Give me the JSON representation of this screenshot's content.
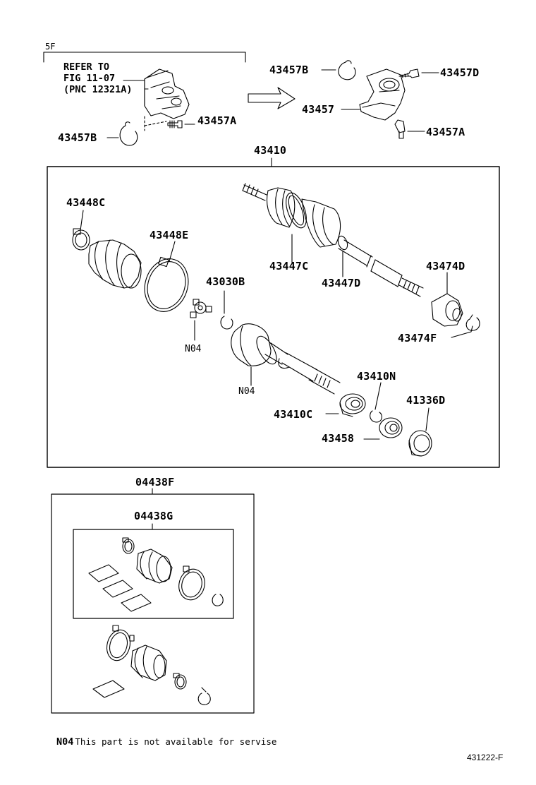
{
  "section_tag": "5F",
  "refer": {
    "line1": "REFER TO",
    "line2": "FIG 11-07",
    "line3": "(PNC 12321A)"
  },
  "labels": {
    "p43457B_top": "43457B",
    "p43457D": "43457D",
    "p43457": "43457",
    "p43457A_right": "43457A",
    "p43457A_left": "43457A",
    "p43457B_left": "43457B",
    "p43410": "43410",
    "p43448C": "43448C",
    "p43448E": "43448E",
    "p43447C": "43447C",
    "p43447D": "43447D",
    "p43474D": "43474D",
    "p43030B": "43030B",
    "n04_a": "N04",
    "n04_b": "N04",
    "p43474F": "43474F",
    "p43410N": "43410N",
    "p43410C": "43410C",
    "p41336D": "41336D",
    "p43458": "43458",
    "p04438F": "04438F",
    "p04438G": "04438G"
  },
  "footnote": {
    "code": "N04",
    "text": "This part is not available for servise"
  },
  "figure_id": "431222-F"
}
